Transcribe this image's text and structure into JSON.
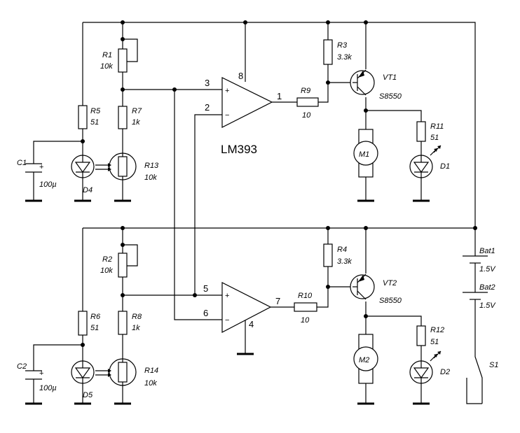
{
  "chip_label": "LM393",
  "pins": {
    "p1": "1",
    "p2": "2",
    "p3": "3",
    "p4": "4",
    "p5": "5",
    "p6": "6",
    "p7": "7",
    "p8": "8"
  },
  "opamp_signs": {
    "plus": "+",
    "minus": "−"
  },
  "resistors": {
    "R1": {
      "name": "R1",
      "value": "10k"
    },
    "R2": {
      "name": "R2",
      "value": "10k"
    },
    "R3": {
      "name": "R3",
      "value": "3.3k"
    },
    "R4": {
      "name": "R4",
      "value": "3.3k"
    },
    "R5": {
      "name": "R5",
      "value": "51"
    },
    "R6": {
      "name": "R6",
      "value": "51"
    },
    "R7": {
      "name": "R7",
      "value": "1k"
    },
    "R8": {
      "name": "R8",
      "value": "1k"
    },
    "R9": {
      "name": "R9",
      "value": "10"
    },
    "R10": {
      "name": "R10",
      "value": "10"
    },
    "R11": {
      "name": "R11",
      "value": "51"
    },
    "R12": {
      "name": "R12",
      "value": "51"
    },
    "R13": {
      "name": "R13",
      "value": "10k"
    },
    "R14": {
      "name": "R14",
      "value": "10k"
    }
  },
  "capacitors": {
    "C1": {
      "name": "C1",
      "value": "100µ"
    },
    "C2": {
      "name": "C2",
      "value": "100µ"
    }
  },
  "transistors": {
    "VT1": {
      "name": "VT1",
      "value": "S8550"
    },
    "VT2": {
      "name": "VT2",
      "value": "S8550"
    }
  },
  "diodes": {
    "D1": "D1",
    "D2": "D2",
    "D4": "D4",
    "D5": "D5"
  },
  "motors": {
    "M1": "M1",
    "M2": "M2"
  },
  "batteries": {
    "Bat1": {
      "name": "Bat1",
      "value": "1.5V"
    },
    "Bat2": {
      "name": "Bat2",
      "value": "1.5V"
    }
  },
  "switch": {
    "name": "S1"
  }
}
